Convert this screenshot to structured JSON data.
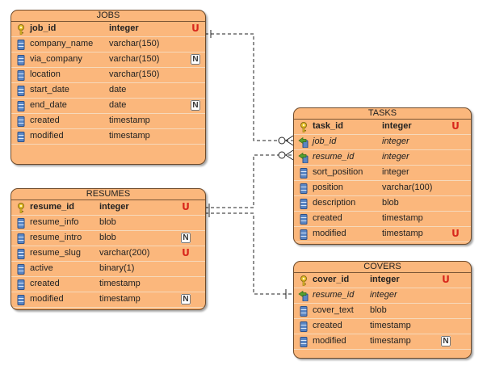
{
  "tables": {
    "jobs": {
      "title": "JOBS",
      "rows": [
        {
          "name": "job_id",
          "type": "integer",
          "icon": "primary-key-icon",
          "badge": "U"
        },
        {
          "name": "company_name",
          "type": "varchar(150)",
          "icon": "column-icon"
        },
        {
          "name": "via_company",
          "type": "varchar(150)",
          "icon": "column-icon",
          "badge": "N"
        },
        {
          "name": "location",
          "type": "varchar(150)",
          "icon": "column-icon"
        },
        {
          "name": "start_date",
          "type": "date",
          "icon": "column-icon"
        },
        {
          "name": "end_date",
          "type": "date",
          "icon": "column-icon",
          "badge": "N"
        },
        {
          "name": "created",
          "type": "timestamp",
          "icon": "column-icon"
        },
        {
          "name": "modified",
          "type": "timestamp",
          "icon": "column-icon"
        }
      ]
    },
    "resumes": {
      "title": "RESUMES",
      "rows": [
        {
          "name": "resume_id",
          "type": "integer",
          "icon": "primary-key-icon",
          "badge": "U"
        },
        {
          "name": "resume_info",
          "type": "blob",
          "icon": "column-icon"
        },
        {
          "name": "resume_intro",
          "type": "blob",
          "icon": "column-icon",
          "badge": "N"
        },
        {
          "name": "resume_slug",
          "type": "varchar(200)",
          "icon": "column-icon",
          "badge": "U"
        },
        {
          "name": "active",
          "type": "binary(1)",
          "icon": "column-icon"
        },
        {
          "name": "created",
          "type": "timestamp",
          "icon": "column-icon"
        },
        {
          "name": "modified",
          "type": "timestamp",
          "icon": "column-icon",
          "badge": "N"
        }
      ]
    },
    "tasks": {
      "title": "TASKS",
      "rows": [
        {
          "name": "task_id",
          "type": "integer",
          "icon": "primary-key-icon",
          "badge": "U"
        },
        {
          "name": "job_id",
          "type": "integer",
          "icon": "foreign-key-icon"
        },
        {
          "name": "resume_id",
          "type": "integer",
          "icon": "foreign-key-icon"
        },
        {
          "name": "sort_position",
          "type": "integer",
          "icon": "column-icon"
        },
        {
          "name": "position",
          "type": "varchar(100)",
          "icon": "column-icon"
        },
        {
          "name": "description",
          "type": "blob",
          "icon": "column-icon"
        },
        {
          "name": "created",
          "type": "timestamp",
          "icon": "column-icon"
        },
        {
          "name": "modified",
          "type": "timestamp",
          "icon": "column-icon",
          "badge": "U"
        }
      ]
    },
    "covers": {
      "title": "COVERS",
      "rows": [
        {
          "name": "cover_id",
          "type": "integer",
          "icon": "primary-key-icon",
          "badge": "U"
        },
        {
          "name": "resume_id",
          "type": "integer",
          "icon": "foreign-key-icon"
        },
        {
          "name": "cover_text",
          "type": "blob",
          "icon": "column-icon"
        },
        {
          "name": "created",
          "type": "timestamp",
          "icon": "column-icon"
        },
        {
          "name": "modified",
          "type": "timestamp",
          "icon": "column-icon",
          "badge": "N"
        }
      ]
    }
  },
  "relationships": [
    {
      "from": "jobs.job_id",
      "to": "tasks.job_id",
      "cardinality": "one-to-many"
    },
    {
      "from": "resumes.resume_id",
      "to": "tasks.resume_id",
      "cardinality": "one-to-many"
    },
    {
      "from": "resumes.resume_id",
      "to": "covers.resume_id",
      "cardinality": "one-to-one"
    }
  ],
  "colors": {
    "table_fill": "#fbb77c",
    "unique_badge": "#d8271c",
    "line": "#222222"
  }
}
